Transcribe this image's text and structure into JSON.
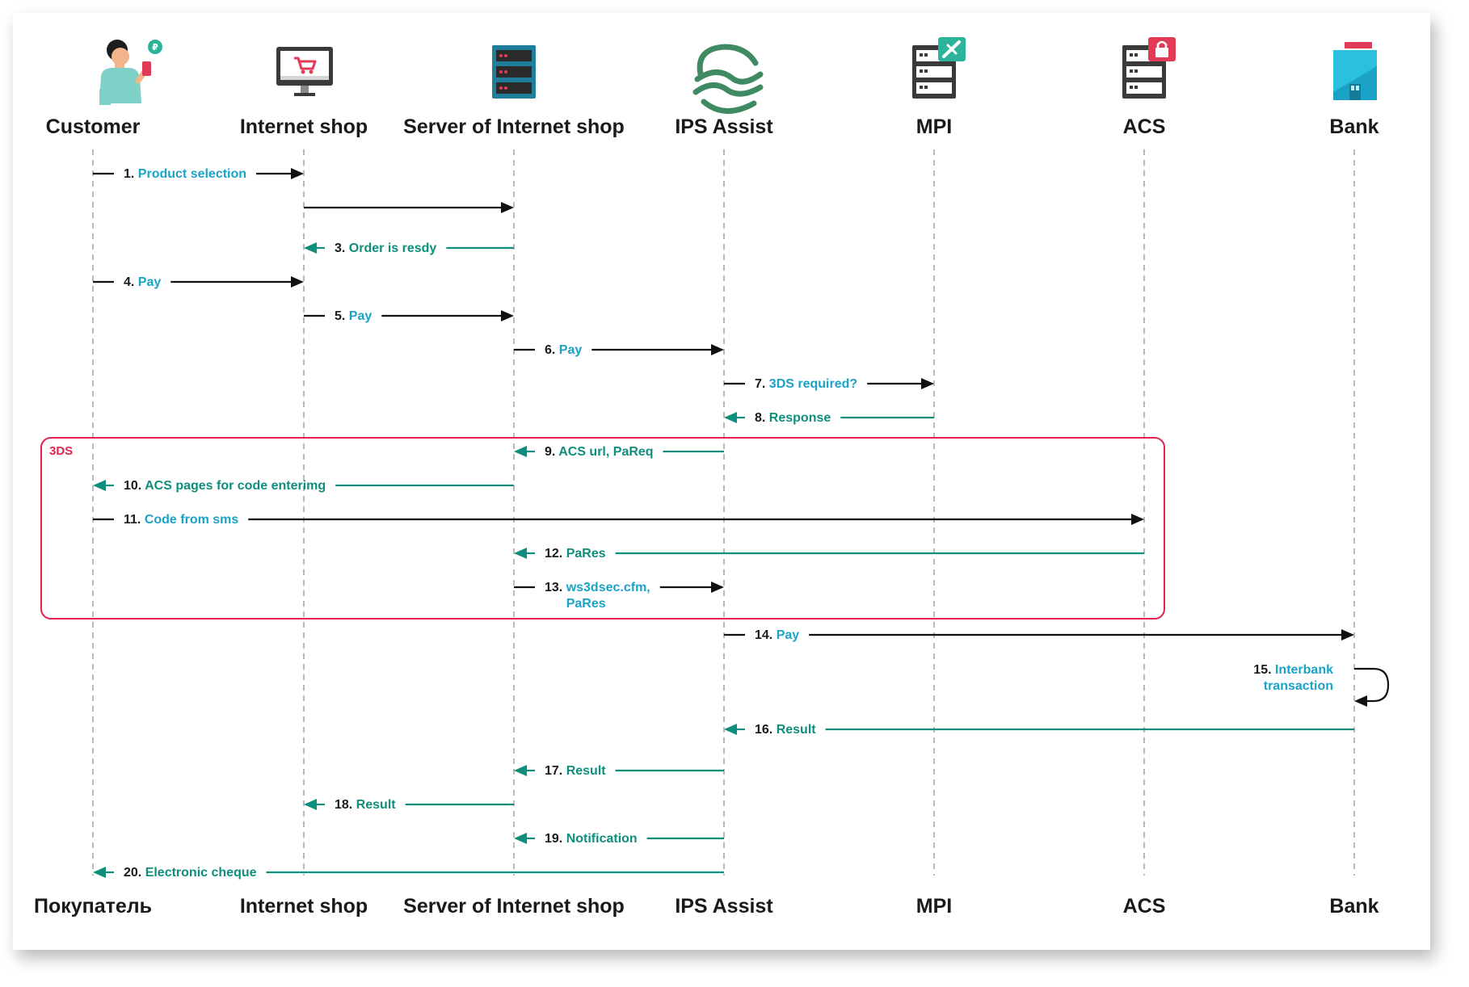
{
  "colors": {
    "forward": "#111111",
    "response": "#0e8e7c",
    "label_forward": "#1aa3c7",
    "frame": "#e0244f"
  },
  "actors": [
    {
      "id": "customer",
      "top_label": "Customer",
      "bottom_label": "Покупатель",
      "icon": "customer-icon"
    },
    {
      "id": "internet-shop",
      "top_label": "Internet shop",
      "bottom_label": "Internet shop",
      "icon": "monitor-cart-icon"
    },
    {
      "id": "server",
      "top_label": "Server of Internet shop",
      "bottom_label": "Server of Internet shop",
      "icon": "server-icon"
    },
    {
      "id": "ips-assist",
      "top_label": "IPS Assist",
      "bottom_label": "IPS Assist",
      "icon": "ips-assist-logo-icon"
    },
    {
      "id": "mpi",
      "top_label": "MPI",
      "bottom_label": "MPI",
      "icon": "mpi-server-icon"
    },
    {
      "id": "acs",
      "top_label": "ACS",
      "bottom_label": "ACS",
      "icon": "acs-server-lock-icon"
    },
    {
      "id": "bank",
      "top_label": "Bank",
      "bottom_label": "Bank",
      "icon": "bank-icon"
    }
  ],
  "frame": {
    "label": "3DS"
  },
  "messages": [
    {
      "from": 0,
      "to": 1,
      "num": "1.",
      "text": "Product selection",
      "kind": "request"
    },
    {
      "from": 1,
      "to": 2,
      "num": "",
      "text": "",
      "kind": "request"
    },
    {
      "from": 2,
      "to": 1,
      "num": "3.",
      "text": "Order is resdy",
      "kind": "response"
    },
    {
      "from": 0,
      "to": 1,
      "num": "4.",
      "text": "Pay",
      "kind": "request"
    },
    {
      "from": 1,
      "to": 2,
      "num": "5.",
      "text": "Pay",
      "kind": "request"
    },
    {
      "from": 2,
      "to": 3,
      "num": "6.",
      "text": "Pay",
      "kind": "request"
    },
    {
      "from": 3,
      "to": 4,
      "num": "7.",
      "text": "3DS required?",
      "kind": "request"
    },
    {
      "from": 4,
      "to": 3,
      "num": "8.",
      "text": "Response",
      "kind": "response"
    },
    {
      "from": 3,
      "to": 2,
      "num": "9.",
      "text": "ACS url, PaReq",
      "kind": "response"
    },
    {
      "from": 2,
      "to": 0,
      "num": "10.",
      "text": "ACS pages for code enterimg",
      "kind": "response"
    },
    {
      "from": 0,
      "to": 5,
      "num": "11.",
      "text": "Code from sms",
      "kind": "request"
    },
    {
      "from": 5,
      "to": 2,
      "num": "12.",
      "text": "PaRes",
      "kind": "response"
    },
    {
      "from": 2,
      "to": 3,
      "num": "13.",
      "text": "ws3dsec.cfm,",
      "text2": "PaRes",
      "kind": "request"
    },
    {
      "from": 3,
      "to": 6,
      "num": "14.",
      "text": "Pay",
      "kind": "request"
    },
    {
      "from": 6,
      "to": 6,
      "num": "15.",
      "text": "Interbank",
      "text2": "transaction",
      "kind": "self"
    },
    {
      "from": 6,
      "to": 3,
      "num": "16.",
      "text": "Result",
      "kind": "response"
    },
    {
      "from": 3,
      "to": 2,
      "num": "17.",
      "text": "Result",
      "kind": "response"
    },
    {
      "from": 2,
      "to": 1,
      "num": "18.",
      "text": "Result",
      "kind": "response"
    },
    {
      "from": 3,
      "to": 2,
      "num": "19.",
      "text": "Notification",
      "kind": "response"
    },
    {
      "from": 3,
      "to": 0,
      "num": "20.",
      "text": "Electronic cheque",
      "kind": "response"
    }
  ]
}
